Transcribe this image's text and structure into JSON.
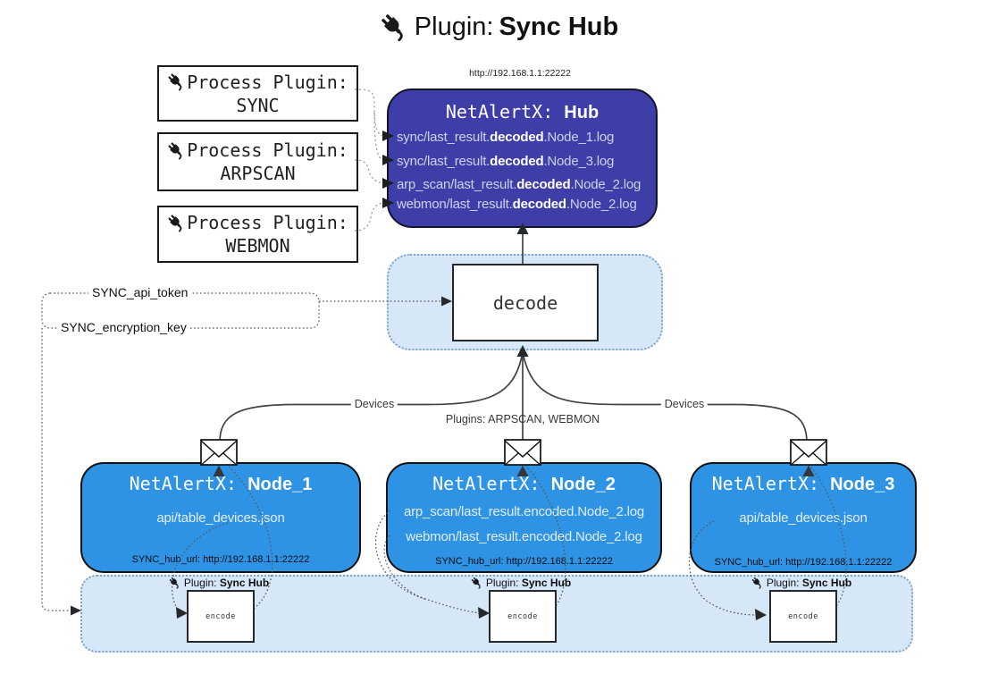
{
  "title": {
    "icon": "plug-icon",
    "prefix": "Plugin:",
    "name": "Sync Hub"
  },
  "process_plugins": [
    {
      "label": "Process Plugin:",
      "name": "SYNC"
    },
    {
      "label": "Process Plugin:",
      "name": "ARPSCAN"
    },
    {
      "label": "Process Plugin:",
      "name": "WEBMON"
    }
  ],
  "hub": {
    "url": "http://192.168.1.1:22222",
    "title_prefix": "NetAlertX: ",
    "title_name": "Hub",
    "logs": [
      {
        "pre": "sync/last_result.",
        "bold": "decoded",
        "post": ".Node_1.log"
      },
      {
        "pre": "sync/last_result.",
        "bold": "decoded",
        "post": ".Node_3.log"
      },
      {
        "pre": "arp_scan/last_result.",
        "bold": "decoded",
        "post": ".Node_2.log"
      },
      {
        "pre": "webmon/last_result.",
        "bold": "decoded",
        "post": ".Node_2.log"
      }
    ]
  },
  "decode_box": {
    "label": "decode"
  },
  "config_labels": {
    "api_token": "SYNC_api_token",
    "encryption_key": "SYNC_encryption_key"
  },
  "edge_labels": {
    "devices_left": "Devices",
    "plugins_center": "Plugins: ARPSCAN, WEBMON",
    "devices_right": "Devices"
  },
  "nodes": [
    {
      "title_prefix": "NetAlertX: ",
      "title_name": "Node_1",
      "files": [
        "api/table_devices.json"
      ],
      "hub_url": "SYNC_hub_url: http://192.168.1.1:22222"
    },
    {
      "title_prefix": "NetAlertX: ",
      "title_name": "Node_2",
      "files": [
        "arp_scan/last_result.encoded.Node_2.log",
        "webmon/last_result.encoded.Node_2.log"
      ],
      "hub_url": "SYNC_hub_url: http://192.168.1.1:22222"
    },
    {
      "title_prefix": "NetAlertX: ",
      "title_name": "Node_3",
      "files": [
        "api/table_devices.json"
      ],
      "hub_url": "SYNC_hub_url: http://192.168.1.1:22222"
    }
  ],
  "encoders": [
    {
      "plugin_prefix": "Plugin: ",
      "plugin_name": "Sync Hub",
      "label": "encode"
    },
    {
      "plugin_prefix": "Plugin: ",
      "plugin_name": "Sync Hub",
      "label": "encode"
    },
    {
      "plugin_prefix": "Plugin: ",
      "plugin_name": "Sync Hub",
      "label": "encode"
    }
  ],
  "colors": {
    "hub_fill": "#3e3ea8",
    "node_fill": "#2e93e5",
    "panel_fill": "#d6e7f8",
    "hub_log_text": "#ccd2ee",
    "node_file_text": "#e2eefc"
  }
}
